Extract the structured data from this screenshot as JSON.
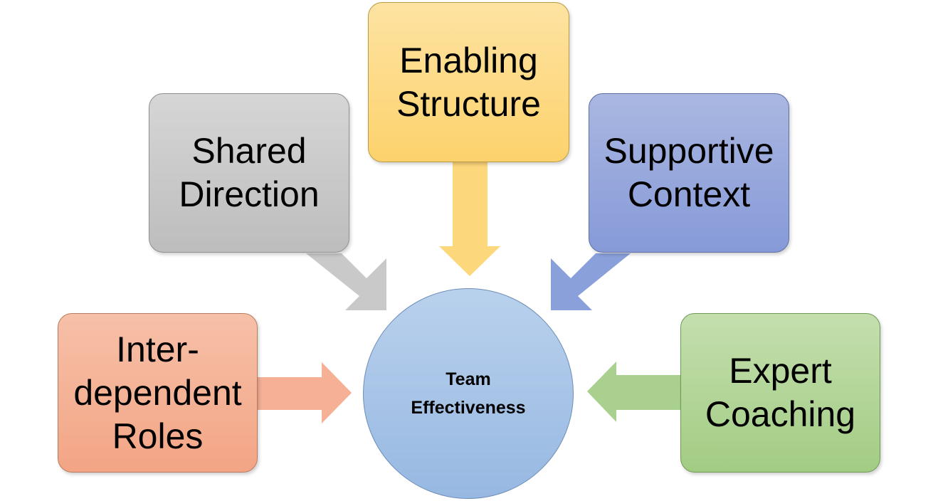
{
  "center": {
    "lines": [
      "Team",
      "Effectiveness"
    ]
  },
  "nodes": [
    {
      "id": "shared-direction",
      "lines": [
        "Shared",
        "Direction"
      ],
      "color": "#c9c9c9"
    },
    {
      "id": "enabling-structure",
      "lines": [
        "Enabling",
        "Structure"
      ],
      "color": "#fdd97f"
    },
    {
      "id": "supportive-context",
      "lines": [
        "Supportive",
        "Context"
      ],
      "color": "#8fa2da"
    },
    {
      "id": "interdependent-roles",
      "lines": [
        "Inter-",
        "dependent",
        "Roles"
      ],
      "color": "#f4ad8f"
    },
    {
      "id": "expert-coaching",
      "lines": [
        "Expert",
        "Coaching"
      ],
      "color": "#a9d08e"
    }
  ],
  "arrow_colors": {
    "shared-direction": "#c9c9c9",
    "enabling-structure": "#fdd77c",
    "supportive-context": "#8aa0db",
    "interdependent-roles": "#f5b096",
    "expert-coaching": "#a9d08e"
  }
}
